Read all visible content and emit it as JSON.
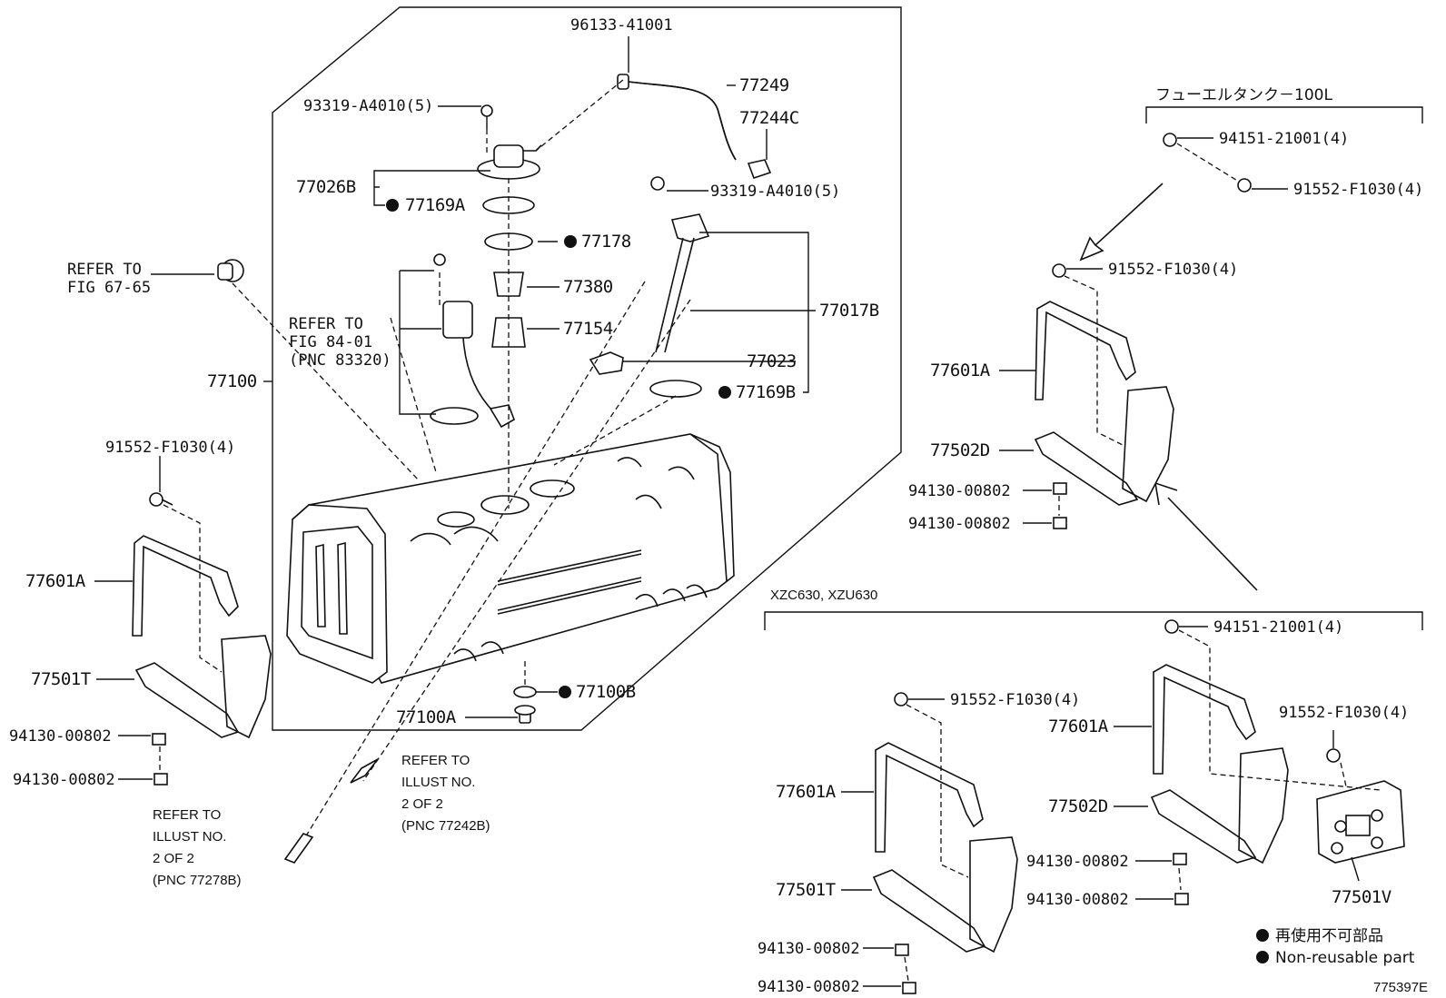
{
  "labels": {
    "p96133": "96133-41001",
    "p77249": "77249",
    "p77244c": "77244C",
    "p93319a": "93319-A4010(5)",
    "p93319b": "93319-A4010(5)",
    "p77026b": "77026B",
    "p77169a": "77169A",
    "p77178": "77178",
    "p77380": "77380",
    "p77154": "77154",
    "p77017b": "77017B",
    "p77023": "77023",
    "p77169b": "77169B",
    "p77100": "77100",
    "p77100b": "77100B",
    "p77100a": "77100A",
    "left_91552": "91552-F1030(4)",
    "left_77601a": "77601A",
    "left_77501t": "77501T",
    "left_94130a": "94130-00802",
    "left_94130b": "94130-00802",
    "tr_94151": "94151-21001(4)",
    "tr_91552a": "91552-F1030(4)",
    "tr_91552b": "91552-F1030(4)",
    "tr_77601a": "77601A",
    "tr_77502d": "77502D",
    "tr_94130a": "94130-00802",
    "tr_94130b": "94130-00802",
    "bm_91552": "91552-F1030(4)",
    "bm_77601a": "77601A",
    "bm_77501t": "77501T",
    "bm_94130a": "94130-00802",
    "bm_94130b": "94130-00802",
    "br_94151": "94151-21001(4)",
    "br_91552": "91552-F1030(4)",
    "br_77601a": "77601A",
    "br_77502d": "77502D",
    "br_94130a": "94130-00802",
    "br_94130b": "94130-00802",
    "br_77501v": "77501V"
  },
  "notes": {
    "refer_67_1": "REFER TO",
    "refer_67_2": "FIG 67-65",
    "refer_84_1": "REFER TO",
    "refer_84_2": "FIG 84-01",
    "refer_84_3": "(PNC 83320)",
    "refer_77242_1": "REFER TO",
    "refer_77242_2": "ILLUST NO.",
    "refer_77242_3": "2 OF 2",
    "refer_77242_4": "(PNC 77242B)",
    "refer_77278_1": "REFER TO",
    "refer_77278_2": "ILLUST NO.",
    "refer_77278_3": "2 OF 2",
    "refer_77278_4": "(PNC 77278B)",
    "variant_100l": "フューエルタンク－100L",
    "variant_xzc": "XZC630, XZU630"
  },
  "legend": {
    "jp": "再使用不可部品",
    "en": "Non-reusable part"
  },
  "illustration_id": "775397E"
}
